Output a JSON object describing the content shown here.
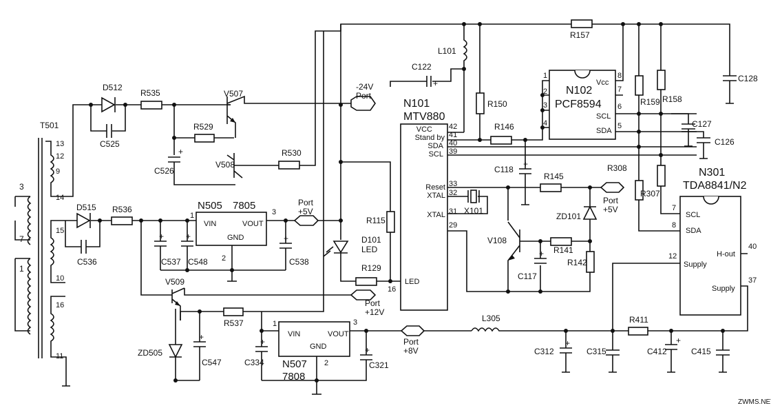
{
  "transformer": {
    "ref": "T501",
    "primary": [
      "3",
      "7",
      "1"
    ],
    "secondary": [
      "13",
      "12",
      "9",
      "14",
      "15",
      "10",
      "16",
      "11"
    ]
  },
  "parts": {
    "d512": "D512",
    "c525": "C525",
    "r535": "R535",
    "v507": "V507",
    "r529": "R529",
    "c526": "C526",
    "v508": "V508",
    "r530": "R530",
    "d515": "D515",
    "c536": "C536",
    "r536": "R536",
    "c537": "C537",
    "c548": "C548",
    "c538": "C538",
    "v509": "V509",
    "r537": "R537",
    "zd505": "ZD505",
    "c547": "C547",
    "c334": "C334",
    "c321": "C321",
    "l101": "L101",
    "c122": "C122",
    "r150": "R150",
    "r146": "R146",
    "c118": "C118",
    "r115": "R115",
    "d101": "D101",
    "d101_type": "LED",
    "r129": "R129",
    "x101": "X101",
    "r145": "R145",
    "zd101": "ZD101",
    "v108": "V108",
    "r141": "R141",
    "r142": "R142",
    "c117": "C117",
    "r157": "R157",
    "c128": "C128",
    "r159": "R159",
    "r158": "R158",
    "c127": "C127",
    "c126": "C126",
    "r308": "R308",
    "r307": "R307",
    "l305": "L305",
    "r411": "R411",
    "c312": "C312",
    "c315": "C315",
    "c412": "C412",
    "c415": "C415"
  },
  "ports": {
    "m24_value": "-24V",
    "m24_label": "Port",
    "p5a_label": "Port",
    "p5a_value": "+5V",
    "p12_label": "Port",
    "p12_value": "+12V",
    "p8_label": "Port",
    "p8_value": "+8V",
    "p5b_label": "Port",
    "p5b_value": "+5V"
  },
  "regulators": {
    "n505": {
      "ref": "N505",
      "type": "7805",
      "vin": "VIN",
      "vout": "VOUT",
      "gnd": "GND",
      "pin_in": "1",
      "pin_gnd": "2",
      "pin_out": "3"
    },
    "n507": {
      "ref": "N507",
      "type": "7808",
      "vin": "VIN",
      "vout": "VOUT",
      "gnd": "GND",
      "pin_in": "1",
      "pin_gnd": "2",
      "pin_out": "3"
    }
  },
  "n101": {
    "ref": "N101",
    "type": "MTV880",
    "pins": [
      {
        "name": "VCC",
        "num": "42"
      },
      {
        "name": "Stand by",
        "num": "41"
      },
      {
        "name": "SDA",
        "num": "40"
      },
      {
        "name": "SCL",
        "num": "39"
      },
      {
        "name": "Reset",
        "num": "33"
      },
      {
        "name": "XTAL",
        "num": "32"
      },
      {
        "name": "XTAL",
        "num": "31"
      },
      {
        "name": "",
        "num": "29"
      },
      {
        "name": "LED",
        "num": "16"
      }
    ]
  },
  "n102": {
    "ref": "N102",
    "type": "PCF8594",
    "vcc": "Vcc",
    "scl": "SCL",
    "sda": "SDA",
    "left_pins": [
      "1",
      "2",
      "3",
      "4"
    ],
    "right_pins": [
      "8",
      "7",
      "6",
      "5"
    ]
  },
  "n301": {
    "ref": "N301",
    "type": "TDA8841/N2",
    "scl": "SCL",
    "sda": "SDA",
    "supply_a": "Supply",
    "supply_b": "Supply",
    "hout": "H-out",
    "pin_scl": "7",
    "pin_sda": "8",
    "pin_supply_a": "12",
    "pin_hout": "40",
    "pin_supply_b": "37"
  },
  "watermark": "ZWMS.NET"
}
